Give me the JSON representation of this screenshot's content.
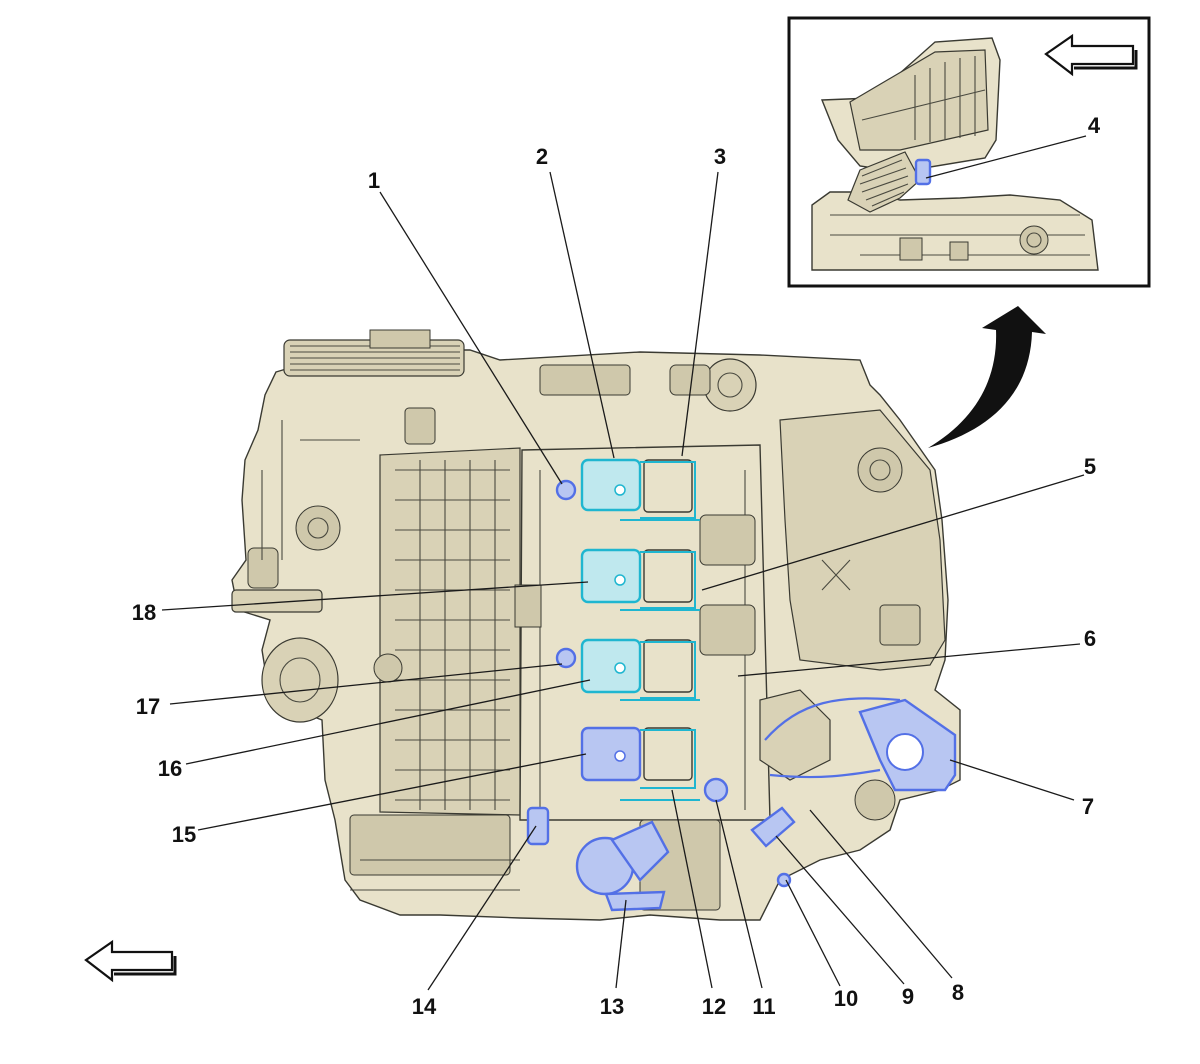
{
  "callouts": [
    {
      "id": "1",
      "label": "1"
    },
    {
      "id": "2",
      "label": "2"
    },
    {
      "id": "3",
      "label": "3"
    },
    {
      "id": "4",
      "label": "4"
    },
    {
      "id": "5",
      "label": "5"
    },
    {
      "id": "6",
      "label": "6"
    },
    {
      "id": "7",
      "label": "7"
    },
    {
      "id": "8",
      "label": "8"
    },
    {
      "id": "9",
      "label": "9"
    },
    {
      "id": "10",
      "label": "10"
    },
    {
      "id": "11",
      "label": "11"
    },
    {
      "id": "12",
      "label": "12"
    },
    {
      "id": "13",
      "label": "13"
    },
    {
      "id": "14",
      "label": "14"
    },
    {
      "id": "15",
      "label": "15"
    },
    {
      "id": "16",
      "label": "16"
    },
    {
      "id": "17",
      "label": "17"
    },
    {
      "id": "18",
      "label": "18"
    }
  ],
  "colors": {
    "highlight_cyan": "#1fb6d0",
    "highlight_blue": "#5370e6",
    "engine_body": "#e8e2ca"
  },
  "icons": {
    "front_arrow_main": "arrow-left-outline-icon",
    "front_arrow_inset": "arrow-left-outline-icon",
    "view_rotation": "curved-arrow-icon"
  }
}
